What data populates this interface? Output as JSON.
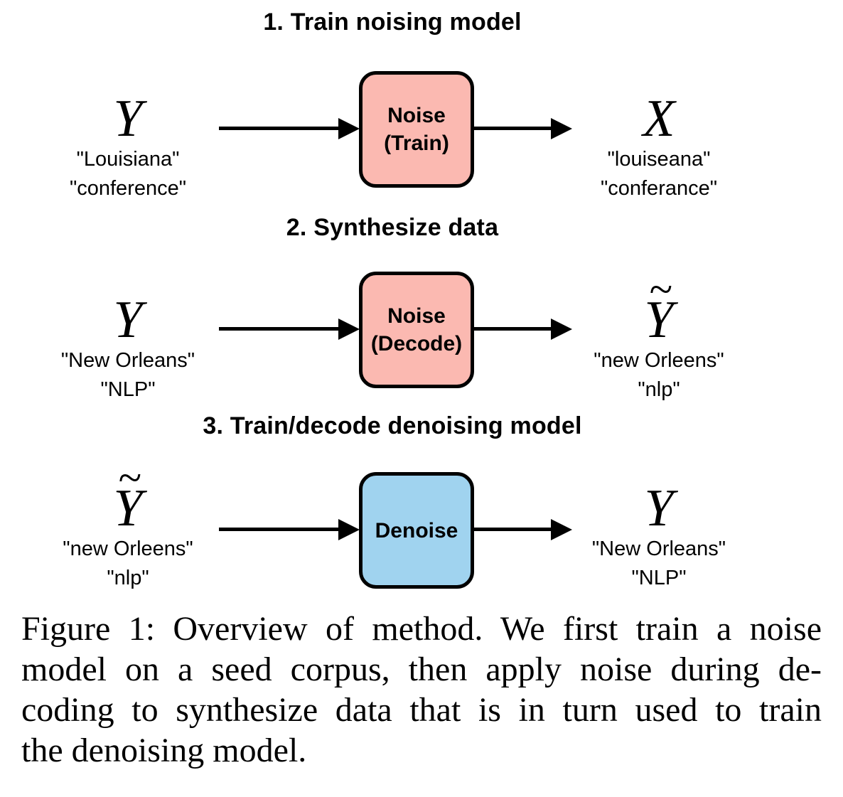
{
  "figure": {
    "stages": [
      {
        "title": "1. Train noising model",
        "input": {
          "symbol": "Y",
          "word1": "\"Louisiana\"",
          "word2": "\"conference\""
        },
        "box": {
          "line1": "Noise",
          "line2": "(Train)",
          "fill": "#FBB9B1",
          "border": "#000000"
        },
        "output": {
          "symbol": "X",
          "word1": "\"louiseana\"",
          "word2": "\"conferance\""
        }
      },
      {
        "title": "2. Synthesize data",
        "input": {
          "symbol": "Y",
          "word1": "\"New Orleans\"",
          "word2": "\"NLP\""
        },
        "box": {
          "line1": "Noise",
          "line2": "(Decode)",
          "fill": "#FBB9B1",
          "border": "#000000"
        },
        "output": {
          "symbol": "Y",
          "tilde": "~",
          "word1": "\"new Orleens\"",
          "word2": "\"nlp\""
        }
      },
      {
        "title": "3. Train/decode denoising model",
        "input": {
          "symbol": "Y",
          "tilde": "~",
          "word1": "\"new Orleens\"",
          "word2": "\"nlp\""
        },
        "box": {
          "line1": "Denoise",
          "fill": "#A0D3EF",
          "border": "#000000"
        },
        "output": {
          "symbol": "Y",
          "word1": "\"New Orleans\"",
          "word2": "\"NLP\""
        }
      }
    ]
  },
  "caption": {
    "lines": [
      "Figure 1: Overview of method. We first train a noise",
      "model on a seed corpus, then apply noise during de-",
      "coding to synthesize data that is in turn used to train",
      "the denoising model."
    ]
  }
}
